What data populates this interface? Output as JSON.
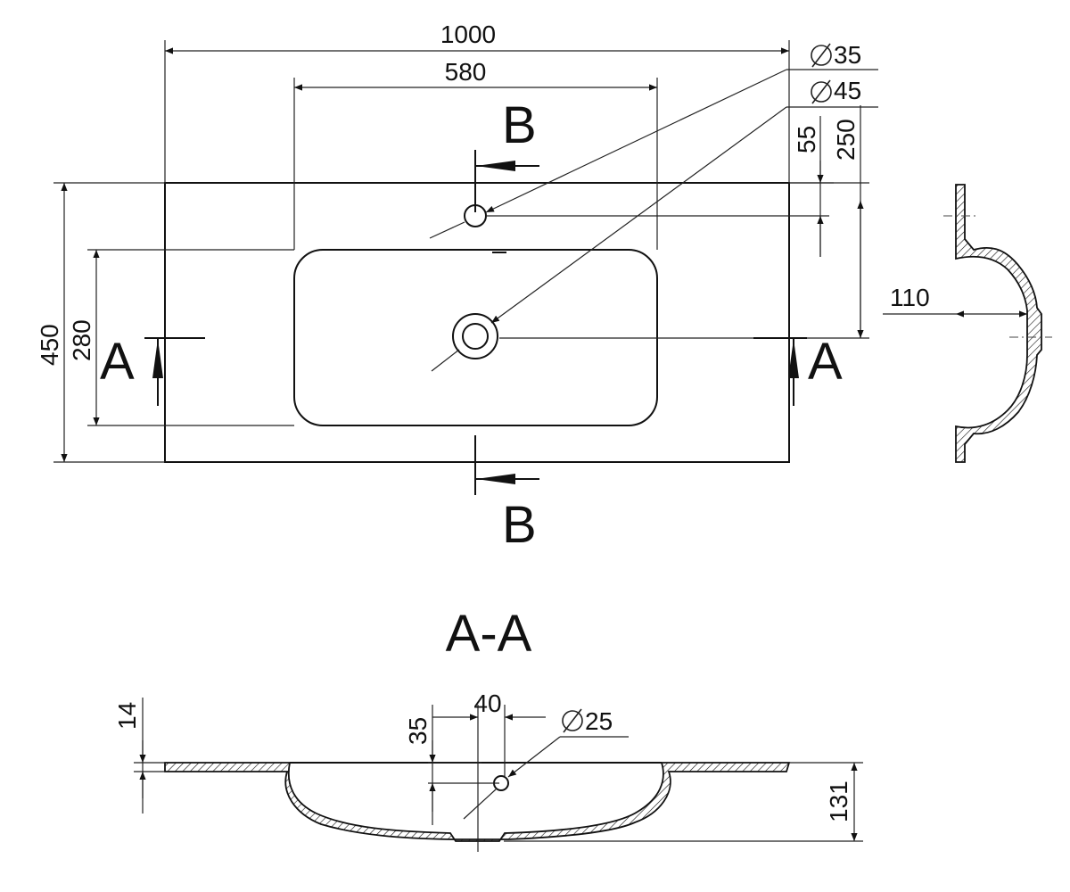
{
  "top_view": {
    "overall_width": "1000",
    "bowl_width": "580",
    "overall_depth": "450",
    "bowl_depth": "280",
    "tap_hole_diameter": "35",
    "drain_hole_diameter": "45",
    "tap_hole_offset": "55",
    "drain_offset": "250",
    "section_a": "A",
    "section_b": "B"
  },
  "side_view": {
    "bowl_depth": "110"
  },
  "section_view": {
    "title": "A-A",
    "slab_thickness": "14",
    "overflow_depth": "35",
    "overflow_offset": "40",
    "overflow_diameter": "25",
    "total_height": "131"
  },
  "symbols": {
    "diameter": "⌀"
  },
  "colors": {
    "line": "#111111",
    "background": "#ffffff"
  }
}
